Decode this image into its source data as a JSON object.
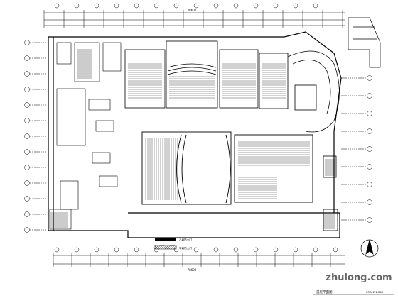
{
  "drawing": {
    "top_overall_dimension": "78600",
    "bottom_overall_dimension": "78600",
    "title_block": {
      "sheet_title": "首层平面图",
      "scale_label": "SCALE 1:200"
    },
    "watermark": "zhulong.com",
    "legend_items": [
      {
        "label": "乙级防火门",
        "pattern": "thin-bar"
      },
      {
        "label": "甲级防火门",
        "pattern": "hatched-bar"
      }
    ],
    "colors": {
      "line": "#000000",
      "background": "#ffffff",
      "watermark": "#9a9a9a"
    }
  }
}
